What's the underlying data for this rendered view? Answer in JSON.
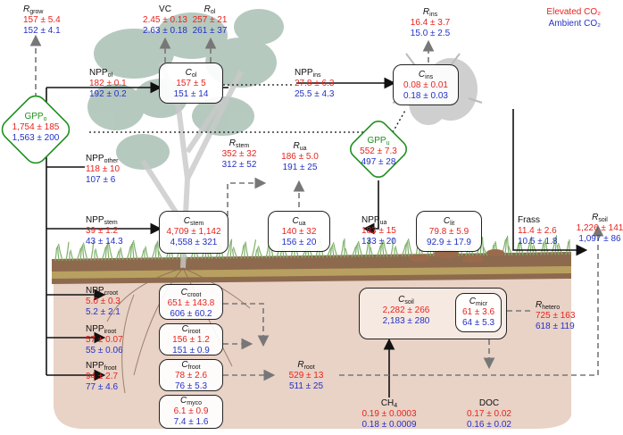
{
  "legend": {
    "elevated": "Elevated CO₂",
    "ambient": "Ambient CO₂",
    "elevated_color": "#e8231e",
    "ambient_color": "#2431c7"
  },
  "colors": {
    "elevated": "#e8231e",
    "ambient": "#2431c7",
    "gpp": "#1f8f1f",
    "soil": "#e9d2c6",
    "grass": "#7fb06a"
  },
  "icons": [
    "tree-canopy-illustration",
    "insect-illustration",
    "grass-illustration",
    "root-illustration",
    "leaf-litter-illustration"
  ],
  "nodes": {
    "r_grow": {
      "name": "R",
      "sub": "grow",
      "e": "157 ± 5.4",
      "a": "152 ± 4.1"
    },
    "vc": {
      "name": "VC",
      "sub": "",
      "e": "2.45 ± 0.13",
      "a": "2.63 ± 0.18"
    },
    "r_ol": {
      "name": "R",
      "sub": "ol",
      "e": "257 ± 21",
      "a": "261 ± 37"
    },
    "r_ins": {
      "name": "R",
      "sub": "ins",
      "e": "16.4 ± 3.7",
      "a": "15.0 ± 2.5"
    },
    "npp_ol": {
      "name": "NPP",
      "sub": "ol",
      "e": "182 ± 0.1",
      "a": "192 ± 0.2"
    },
    "c_ol": {
      "name": "C",
      "sub": "ol",
      "e": "157 ± 5",
      "a": "151 ± 14"
    },
    "npp_ins": {
      "name": "NPP",
      "sub": "ins",
      "e": "27.8 ± 6.3",
      "a": "25.5 ± 4.3"
    },
    "c_ins": {
      "name": "C",
      "sub": "ins",
      "e": "0.08 ± 0.01",
      "a": "0.18 ± 0.03"
    },
    "gpp_o": {
      "name": "GPP",
      "sub": "o",
      "e": "1,754 ± 185",
      "a": "1,563 ± 200"
    },
    "npp_other": {
      "name": "NPP",
      "sub": "other",
      "e": "118 ± 10",
      "a": "107 ± 6"
    },
    "r_stem": {
      "name": "R",
      "sub": "stem",
      "e": "352 ± 32",
      "a": "312 ± 52"
    },
    "r_ua": {
      "name": "R",
      "sub": "ua",
      "e": "186 ± 5.0",
      "a": "191 ± 25"
    },
    "gpp_u": {
      "name": "GPP",
      "sub": "u",
      "e": "552 ± 7.3",
      "a": "497 ± 28"
    },
    "npp_stem": {
      "name": "NPP",
      "sub": "stem",
      "e": "39 ± 1.2",
      "a": "43 ± 14.3"
    },
    "c_stem": {
      "name": "C",
      "sub": "stem",
      "e": "4,709 ± 1,142",
      "a": "4,558 ± 321"
    },
    "c_ua": {
      "name": "C",
      "sub": "ua",
      "e": "140 ± 32",
      "a": "156 ± 20"
    },
    "npp_ua": {
      "name": "NPP",
      "sub": "ua",
      "e": "183 ± 15",
      "a": "133 ± 20"
    },
    "c_lit": {
      "name": "C",
      "sub": "lit",
      "e": "79.8 ± 5.9",
      "a": "92.9 ± 17.9"
    },
    "frass": {
      "name": "Frass",
      "sub": "",
      "e": "11.4 ± 2.6",
      "a": "10.5 ± 1.8"
    },
    "r_soil": {
      "name": "R",
      "sub": "soil",
      "e": "1,226 ± 141",
      "a": "1,097 ± 86"
    },
    "npp_croot": {
      "name": "NPP",
      "sub": "croot",
      "e": "5.0 ± 0.3",
      "a": "5.2 ± 2.1"
    },
    "c_croot": {
      "name": "C",
      "sub": "croot",
      "e": "651 ± 143.8",
      "a": "606 ± 60.2"
    },
    "c_soil": {
      "name": "C",
      "sub": "soil",
      "e": "2,282 ± 266",
      "a": "2,183 ± 280"
    },
    "c_micr": {
      "name": "C",
      "sub": "micr",
      "e": "61 ± 3.6",
      "a": "64 ± 5.3"
    },
    "r_hetero": {
      "name": "R",
      "sub": "hetero",
      "e": "725 ± 163",
      "a": "618 ± 119"
    },
    "npp_iroot": {
      "name": "NPP",
      "sub": "iroot",
      "e": "57 ± 0.07",
      "a": "55 ± 0.06"
    },
    "c_iroot": {
      "name": "C",
      "sub": "iroot",
      "e": "156 ± 1.2",
      "a": "151 ± 0.9"
    },
    "npp_froot": {
      "name": "NPP",
      "sub": "froot",
      "e": "94 ± 2.7",
      "a": "77 ± 4.6"
    },
    "c_froot": {
      "name": "C",
      "sub": "froot",
      "e": "78 ± 2.6",
      "a": "76 ± 5.3"
    },
    "r_root": {
      "name": "R",
      "sub": "root",
      "e": "529 ± 13",
      "a": "511 ± 25"
    },
    "c_myco": {
      "name": "C",
      "sub": "myco",
      "e": "6.1 ± 0.9",
      "a": "7.4 ± 1.6"
    },
    "ch4": {
      "name": "CH",
      "sub": "4",
      "e": "0.19 ± 0.0003",
      "a": "0.18 ± 0.0009"
    },
    "doc": {
      "name": "DOC",
      "sub": "",
      "e": "0.17 ± 0.02",
      "a": "0.16 ± 0.02"
    }
  }
}
